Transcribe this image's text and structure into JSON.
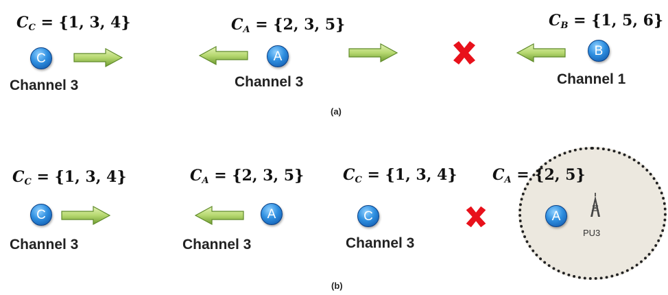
{
  "panel_a": {
    "caption": "(a)",
    "math_cc": {
      "base": "C",
      "sub": "C",
      "set": " = {1, 3, 4}"
    },
    "math_ca": {
      "base": "C",
      "sub": "A",
      "set": " = {2, 3, 5}"
    },
    "math_cb": {
      "base": "C",
      "sub": "B",
      "set": " = {1, 5, 6}"
    },
    "node_c": "C",
    "node_a": "A",
    "node_b": "B",
    "label_c": "Channel 3",
    "label_a": "Channel 3",
    "label_b": "Channel 1"
  },
  "panel_b": {
    "caption": "(b)",
    "math_cc1": {
      "base": "C",
      "sub": "C",
      "set": " = {1, 3, 4}"
    },
    "math_ca1": {
      "base": "C",
      "sub": "A",
      "set": " = {2, 3, 5}"
    },
    "math_cc2": {
      "base": "C",
      "sub": "C",
      "set": " = {1, 3, 4}"
    },
    "math_ca2": {
      "base": "C",
      "sub": "A",
      "set": " = {2, 5}"
    },
    "node_c1": "C",
    "node_a1": "A",
    "node_c2": "C",
    "node_a2": "A",
    "label_c1": "Channel 3",
    "label_a1": "Channel 3",
    "label_c2": "Channel 3",
    "pu_label": "PU3"
  },
  "colors": {
    "arrow_fill_light": "#c8e38a",
    "arrow_fill_dark": "#7aa83a",
    "node_blue": "#2f8fe0",
    "cross_red": "#e8111b",
    "pu_region": "#ece8df"
  },
  "icons": {
    "arrow": "green-block-arrow",
    "cross": "red-x-mark",
    "tower": "antenna-tower-icon"
  }
}
